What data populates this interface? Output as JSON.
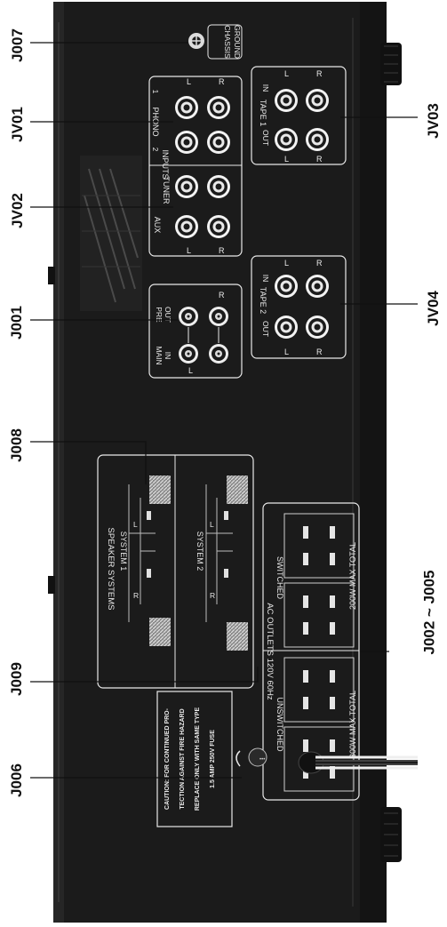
{
  "callouts": {
    "j007": "J007",
    "jv01": "JV01",
    "jv02": "JV02",
    "j001": "J001",
    "j008": "J008",
    "j009": "J009",
    "j006": "J006",
    "jv03": "JV03",
    "jv04": "JV04",
    "j002_j005": "J002 ~ J005"
  },
  "panel": {
    "chassis_ground": [
      "CHASSIS",
      "GROUND"
    ],
    "inputs": "INPUTS",
    "phono": "PHONO",
    "phono_1": "1",
    "phono_2": "2",
    "tuner": "TUNER",
    "aux": "AUX",
    "pre_out": [
      "PRE",
      "OUT"
    ],
    "main_in": [
      "MAIN",
      "IN"
    ],
    "tape1": "TAPE 1",
    "tape2": "TAPE 2",
    "in": "IN",
    "out": "OUT",
    "L": "L",
    "R": "R",
    "speaker_systems": "SPEAKER  SYSTEMS",
    "system1": "SYSTEM 1",
    "system2": "SYSTEM 2",
    "ac_outlets": "AC OUTLETS 120V 60Hz",
    "unswitched": "UNSWITCHED",
    "switched": "SWITCHED",
    "max_300": "300W MAX TOTAL",
    "max_200": "200W MAX TOTAL",
    "caution": [
      "CAUTION: FOR CONTINUED PRO-",
      "TECTION AGAINST FIRE HAZARD",
      "REPLACE ONLY WITH SAME TYPE",
      "1.5 AMP 250V FUSE"
    ]
  },
  "colors": {
    "chassis": "#1b1b1b",
    "label": "#e9e9e9",
    "leader": "#111111"
  }
}
